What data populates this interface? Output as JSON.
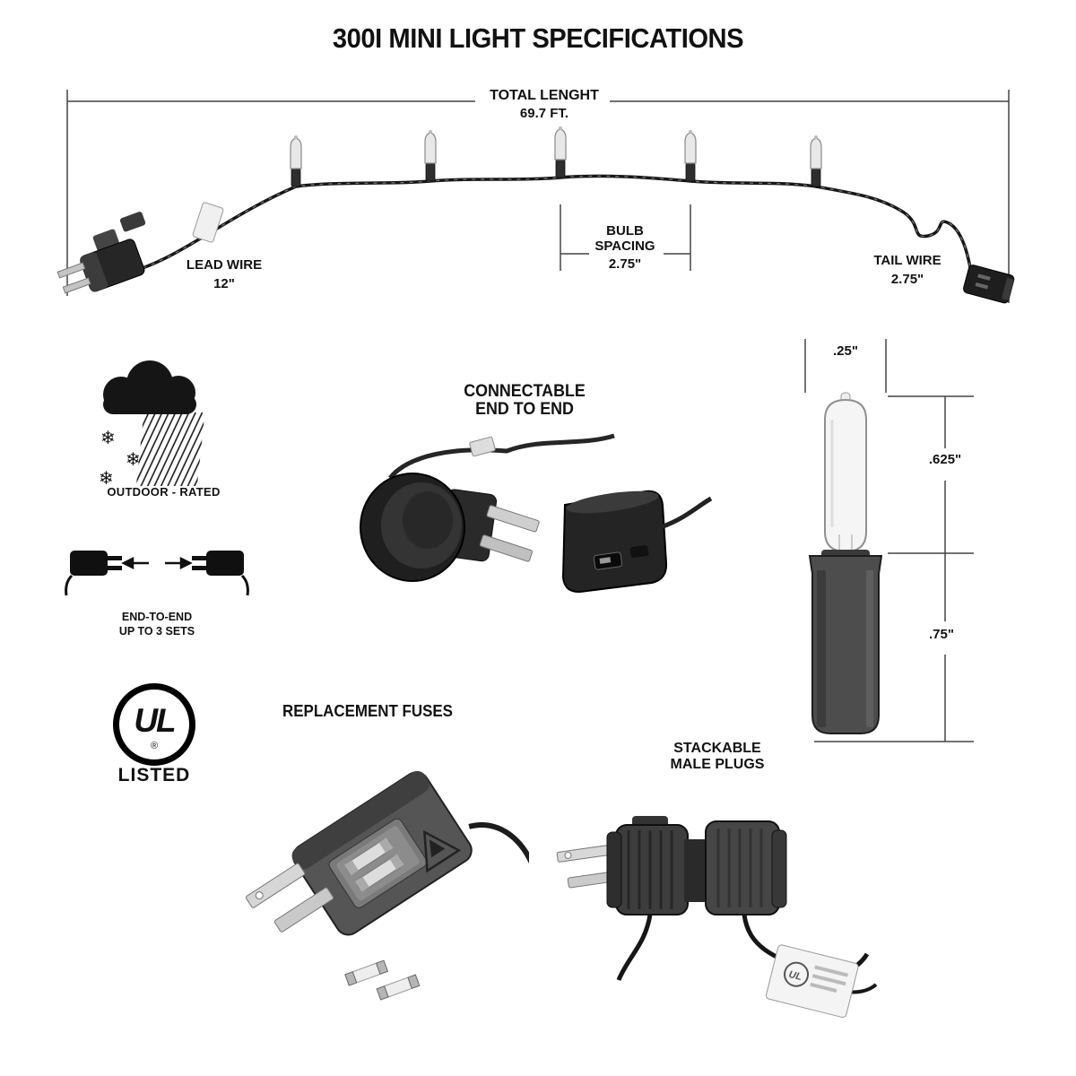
{
  "title": "300I MINI LIGHT SPECIFICATIONS",
  "string_diagram": {
    "total_length_label": "TOTAL LENGHT",
    "total_length_value": "69.7 FT.",
    "lead_wire_label": "LEAD WIRE",
    "lead_wire_value": "12\"",
    "bulb_spacing_label": "BULB SPACING",
    "bulb_spacing_value": "2.75\"",
    "tail_wire_label": "TAIL WIRE",
    "tail_wire_value": "2.75\""
  },
  "badges": {
    "outdoor_rated": "OUTDOOR - RATED",
    "end_to_end_line1": "END-TO-END",
    "end_to_end_line2": "UP TO 3 SETS",
    "ul_text": "UL",
    "ul_registered": "®",
    "ul_listed": "LISTED"
  },
  "sections": {
    "connectable_line1": "CONNECTABLE",
    "connectable_line2": "END TO END",
    "replacement_fuses": "REPLACEMENT FUSES",
    "stackable_line1": "STACKABLE",
    "stackable_line2": "MALE PLUGS"
  },
  "bulb_dimensions": {
    "tip_width": ".25\"",
    "glass_height": ".625\"",
    "base_height": ".75\""
  },
  "icons": {
    "snowflake": "❄"
  },
  "colors": {
    "ink": "#111111",
    "background": "#ffffff"
  }
}
